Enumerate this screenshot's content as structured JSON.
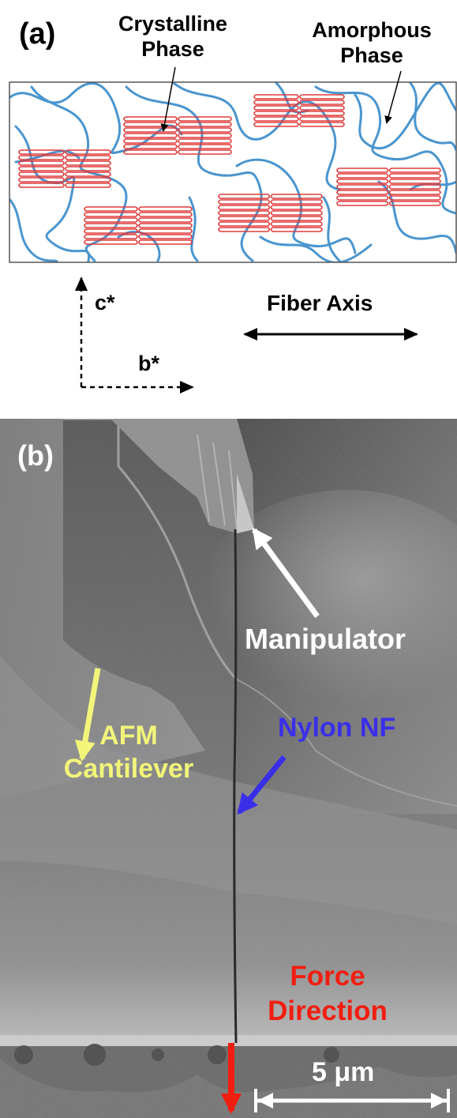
{
  "panel_a": {
    "label": "(a)",
    "crystalline_label_line1": "Crystalline",
    "crystalline_label_line2": "Phase",
    "amorphous_label_line1": "Amorphous",
    "amorphous_label_line2": "Phase",
    "axis_c": "c*",
    "axis_b": "b*",
    "fiber_axis": "Fiber Axis",
    "colors": {
      "crystal": "#e03c3c",
      "amorphous": "#4a95cf",
      "frame": "#555555"
    }
  },
  "panel_b": {
    "label": "(b)",
    "manipulator": "Manipulator",
    "nylon_line1": "Nylon NF",
    "afm_line1": "AFM",
    "afm_line2": "Cantilever",
    "force_line1": "Force",
    "force_line2": "Direction",
    "scale_bar": "5 μm",
    "colors": {
      "manipulator": "#ffffff",
      "nylon": "#3a2fe8",
      "afm": "#f2f57a",
      "force": "#f01e10",
      "scale": "#ffffff"
    }
  }
}
